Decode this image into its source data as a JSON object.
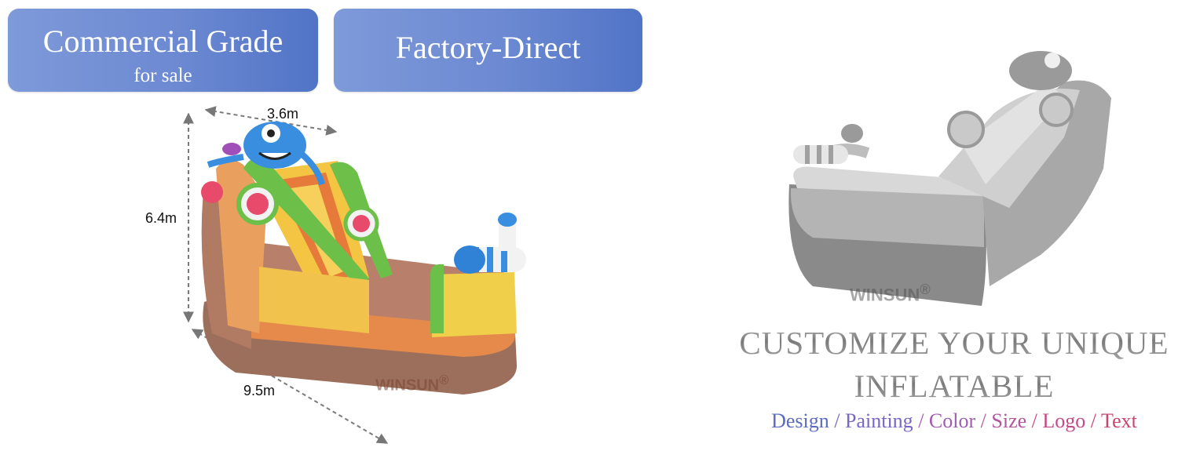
{
  "badges": {
    "commercial": {
      "title": "Commercial Grade",
      "subtitle": "for sale"
    },
    "factory": {
      "title": "Factory-Direct"
    }
  },
  "dimensions": {
    "width": "3.6m",
    "height": "6.4m",
    "length": "9.5m"
  },
  "watermark": {
    "brand": "WINSUN",
    "registered": "®"
  },
  "customize": {
    "line1": "CUSTOMIZE YOUR UNIQUE",
    "line2": "INFLATABLE",
    "separator": "/",
    "options": [
      {
        "label": "Design",
        "color": "#5a6bc0"
      },
      {
        "label": "Painting",
        "color": "#7a66c6"
      },
      {
        "label": "Color",
        "color": "#a25ab3"
      },
      {
        "label": "Size",
        "color": "#b4559f"
      },
      {
        "label": "Logo",
        "color": "#c24a86"
      },
      {
        "label": "Text",
        "color": "#c9456e"
      }
    ]
  },
  "colors": {
    "badge_start": "#7e9ad9",
    "badge_end": "#5174c6"
  }
}
